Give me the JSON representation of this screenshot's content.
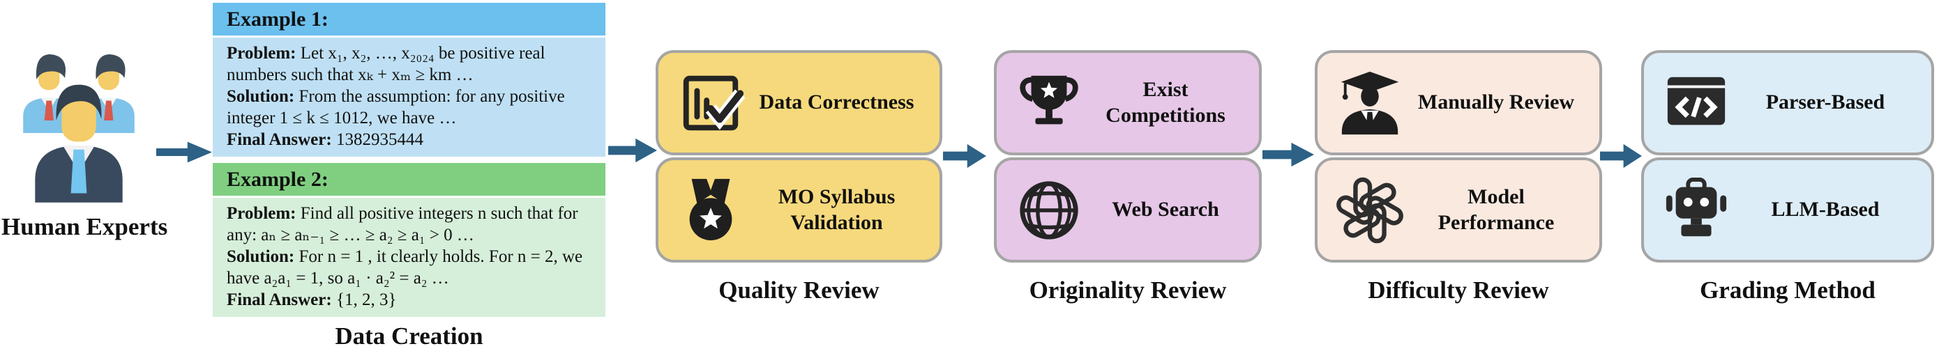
{
  "human_experts": {
    "label": "Human Experts",
    "icon": "people-group-icon"
  },
  "data_creation": {
    "label": "Data Creation",
    "examples": [
      {
        "title": "Example 1:",
        "lines": [
          {
            "label": "Problem:",
            "text": " Let x₁, x₂, …, x₂₀₂₄ be positive real numbers such that xₖ + xₘ ≥ km …"
          },
          {
            "label": "Solution:",
            "text": " From the assumption: for any positive integer 1 ≤ k ≤ 1012, we have …"
          },
          {
            "label": "Final Answer:",
            "text": " 1382935444"
          }
        ]
      },
      {
        "title": "Example 2:",
        "lines": [
          {
            "label": "Problem:",
            "text": " Find all positive integers n such that for any: aₙ ≥ aₙ₋₁ ≥ … ≥ a₂ ≥ a₁ > 0 …"
          },
          {
            "label": "Solution:",
            "text": " For n = 1 , it clearly holds. For n = 2, we have a₂a₁ = 1, so a₁ · a₂² = a₂ …"
          },
          {
            "label": "Final Answer:",
            "text": " {1, 2, 3}"
          }
        ]
      }
    ]
  },
  "stages": [
    {
      "label": "Quality Review",
      "boxes": [
        {
          "icon": "checklist-icon",
          "label": "Data Correctness"
        },
        {
          "icon": "medal-icon",
          "label": "MO Syllabus Validation"
        }
      ]
    },
    {
      "label": "Originality Review",
      "boxes": [
        {
          "icon": "trophy-icon",
          "label": "Exist Competitions"
        },
        {
          "icon": "globe-icon",
          "label": "Web Search"
        }
      ]
    },
    {
      "label": "Difficulty Review",
      "boxes": [
        {
          "icon": "graduate-icon",
          "label": "Manually Review"
        },
        {
          "icon": "openai-icon",
          "label": "Model Performance"
        }
      ]
    },
    {
      "label": "Grading Method",
      "boxes": [
        {
          "icon": "code-window-icon",
          "label": "Parser-Based"
        },
        {
          "icon": "robot-icon",
          "label": "LLM-Based"
        }
      ]
    }
  ],
  "colors": {
    "arrow": "#2D6186",
    "example1_header_bg": "#6BC0EE",
    "example1_body_bg": "#BFE0F4",
    "example2_header_bg": "#80CF81",
    "example2_body_bg": "#D6EFDA",
    "quality_box_bg": "#F6D97C",
    "originality_box_bg": "#E6C7E7",
    "difficulty_box_bg": "#FAE9DF",
    "grading_box_bg": "#DCEDF8",
    "box_border": "#A5A5A5",
    "icon_color": "#222222"
  }
}
